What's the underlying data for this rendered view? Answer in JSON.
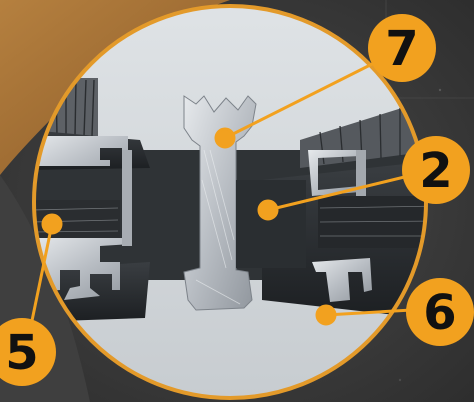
{
  "colors": {
    "background": "#3b3b3b",
    "accent_panel": "#b07a3c",
    "callout_fill": "#f2a11f",
    "callout_text": "#111111",
    "ring": "#e39a2a",
    "aluminium": "#c9cdd2",
    "polymer": "#2b2e31"
  },
  "callouts": [
    {
      "id": "7",
      "label": "7"
    },
    {
      "id": "2",
      "label": "2"
    },
    {
      "id": "6",
      "label": "6"
    },
    {
      "id": "5",
      "label": "5"
    }
  ]
}
